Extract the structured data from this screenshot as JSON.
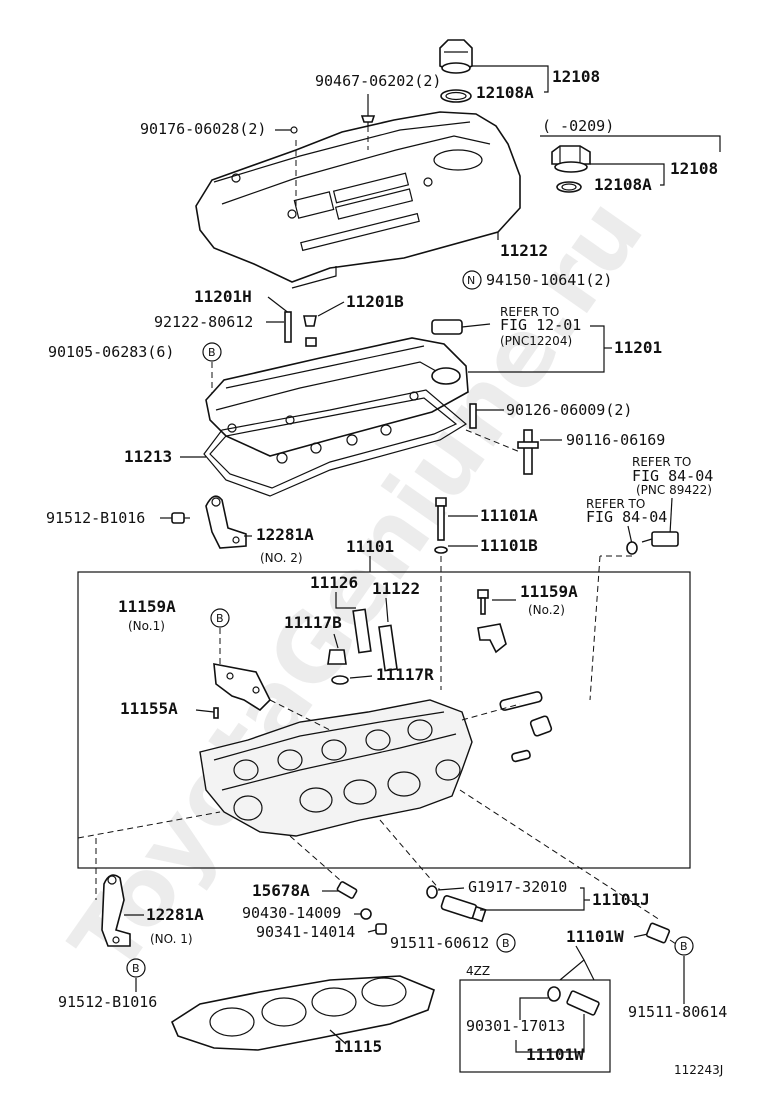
{
  "watermark": "ToyotaGeniune.ru",
  "figure_code": "112243J",
  "markers": {
    "b": "B",
    "n": "N"
  },
  "labels": {
    "p12108_top": "12108",
    "p12108a_top": "12108A",
    "p90467": "90467-06202(2)",
    "p90176": "90176-06028(2)",
    "range": "(      -0209)",
    "p12108_r": "12108",
    "p12108a_r": "12108A",
    "p11212": "11212",
    "p94150": "94150-10641(2)",
    "p11201h": "11201H",
    "p11201b": "11201B",
    "p92122": "92122-80612",
    "refer1a": "REFER TO",
    "refer1b": "FIG 12-01",
    "refer1c": "(PNC12204)",
    "p11201": "11201",
    "p90105": "90105-06283(6)",
    "p90126": "90126-06009(2)",
    "p11213": "11213",
    "p90116": "90116-06169",
    "refer2a": "REFER TO",
    "refer2b": "FIG 84-04",
    "refer2c": "(PNC 89422)",
    "refer3a": "REFER TO",
    "refer3b": "FIG 84-04",
    "p91512_top": "91512-B1016",
    "p12281a_top": "12281A",
    "no2": "(NO. 2)",
    "p11101a": "11101A",
    "p11101": "11101",
    "p11101b": "11101B",
    "p11126": "11126",
    "p11122": "11122",
    "p11159a_r": "11159A",
    "no2b": "(No.2)",
    "p11159a_l": "11159A",
    "no1": "(No.1)",
    "p11117b": "11117B",
    "p11117r": "11117R",
    "p11155a": "11155A",
    "p15678a": "15678A",
    "pg1917": "G1917-32010",
    "p11101j": "11101J",
    "p12281a_bot": "12281A",
    "no1b": "(NO. 1)",
    "p90430": "90430-14009",
    "p90341": "90341-14014",
    "p91511_60612": "91511-60612",
    "p11101w_top": "11101W",
    "p91511_80614": "91511-80614",
    "p91512_bot": "91512-B1016",
    "p11115": "11115",
    "variant": "4ZZ",
    "p90301": "90301-17013",
    "p11101w_box": "11101W"
  }
}
